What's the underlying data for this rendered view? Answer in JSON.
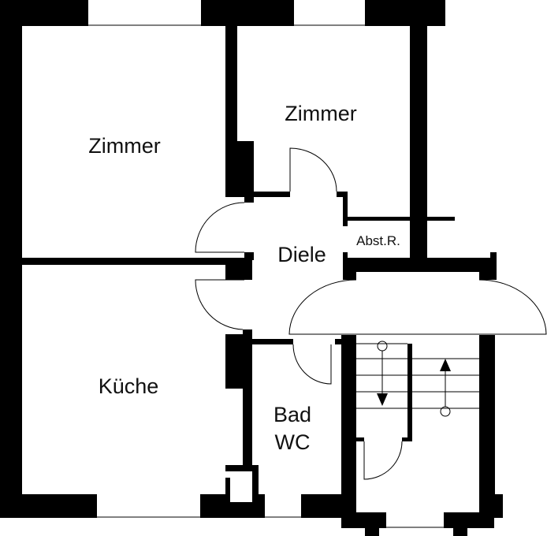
{
  "plan": {
    "rooms": {
      "zimmer_left": "Zimmer",
      "zimmer_right": "Zimmer",
      "diele": "Diele",
      "abstellraum": "Abst.R.",
      "kueche": "Küche",
      "bad": "Bad",
      "wc": "WC"
    },
    "colors": {
      "wall": "#000000",
      "background": "#ffffff"
    }
  }
}
